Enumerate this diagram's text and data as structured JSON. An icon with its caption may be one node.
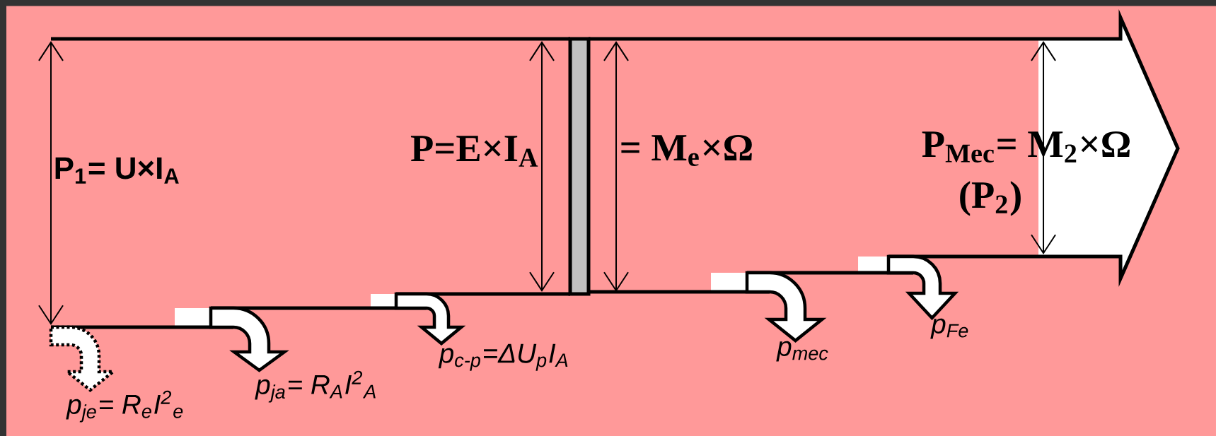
{
  "diagram": {
    "nodes": [
      {
        "text": [
          "p$_{je}$= R$_{e}$I$^{2}$$_{e}$"
        ]
      },
      {
        "text": [
          "p$_{ja}$= R$_{A}$I$^{2}$$_{A}$"
        ]
      },
      {
        "text": [
          "p$_{c-p}$=ΔU$_{p}$I$_{A}$"
        ]
      },
      {
        "text": [
          "p$_{mec}$"
        ]
      },
      {
        "text": [
          "p$_{Fe}$"
        ]
      }
    ],
    "edges": [
      {
        "from": null,
        "to": 0,
        "arrow": "to",
        "style": "dashed"
      },
      {
        "from": null,
        "to": 1,
        "arrow": "to"
      },
      {
        "from": null,
        "to": 2,
        "arrow": "to"
      },
      {
        "from": null,
        "to": 3,
        "arrow": "to"
      },
      {
        "from": null,
        "to": 4,
        "arrow": "to"
      }
    ],
    "labels": [
      "P$_{1}$= U×I$_{A}$",
      "P=E×I$_{A}$",
      "= M$_{e}$×Ω",
      "P$_{Mec}$= M$_{2}$×Ω",
      "(P$_{2}$)"
    ]
  }
}
